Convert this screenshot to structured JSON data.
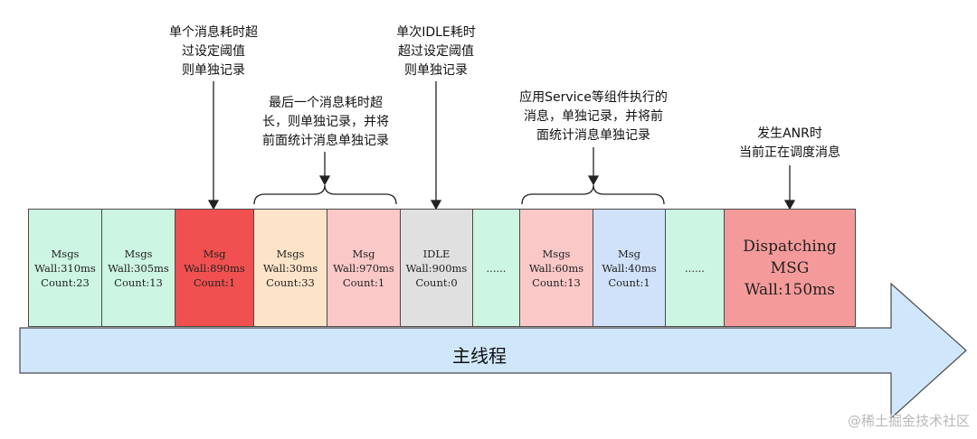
{
  "thread_label": "主线程",
  "watermark": "@稀土掘金技术社区",
  "colors": {
    "green": "#ccf5e2",
    "red": "#f15050",
    "orange": "#fde4c8",
    "pink": "#fbc8c8",
    "gray": "#e0e0e0",
    "blue": "#d0e2fa",
    "dispatch": "#f59a9a",
    "thread_arrow": "#cfe6fb"
  },
  "boxes": [
    {
      "lines": [
        "Msgs",
        "Wall:310ms",
        "Count:23"
      ],
      "color": "green"
    },
    {
      "lines": [
        "Msgs",
        "Wall:305ms",
        "Count:13"
      ],
      "color": "green"
    },
    {
      "lines": [
        "Msg",
        "Wall:890ms",
        "Count:1"
      ],
      "color": "red"
    },
    {
      "lines": [
        "Msgs",
        "Wall:30ms",
        "Count:33"
      ],
      "color": "orange"
    },
    {
      "lines": [
        "Msg",
        "Wall:970ms",
        "Count:1"
      ],
      "color": "pink"
    },
    {
      "lines": [
        "IDLE",
        "Wall:900ms",
        "Count:0"
      ],
      "color": "gray"
    },
    {
      "lines": [
        "......"
      ],
      "color": "green"
    },
    {
      "lines": [
        "Msgs",
        "Wall:60ms",
        "Count:13"
      ],
      "color": "pink"
    },
    {
      "lines": [
        "Msg",
        "Wall:40ms",
        "Count:1"
      ],
      "color": "blue"
    },
    {
      "lines": [
        "......"
      ],
      "color": "green"
    },
    {
      "lines": [
        "Dispatching",
        "MSG",
        "Wall:150ms"
      ],
      "color": "dispatch"
    }
  ],
  "annotations": [
    {
      "lines": [
        "单个消息耗时超",
        "过设定阈值",
        "则单独记录"
      ]
    },
    {
      "lines": [
        "单次IDLE耗时",
        "超过设定阈值",
        "则单独记录"
      ]
    },
    {
      "lines": [
        "最后一个消息耗时超",
        "长，则单独记录，并将",
        "前面统计消息单独记录"
      ]
    },
    {
      "lines": [
        "应用Service等组件执行的",
        "消息，单独记录，并将前",
        "面统计消息单独记录"
      ]
    },
    {
      "lines": [
        "发生ANR时",
        "当前正在调度消息"
      ]
    }
  ]
}
